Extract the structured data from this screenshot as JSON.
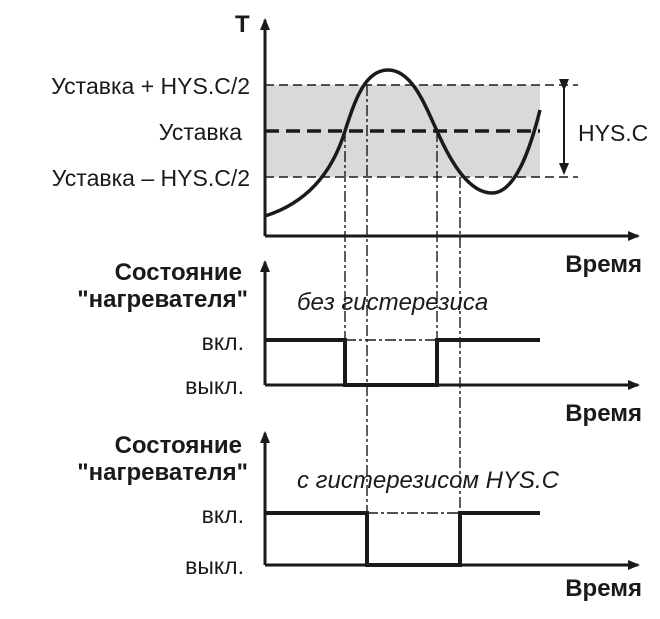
{
  "diagram": {
    "y_axis_label": "T",
    "time_label": "Время",
    "setpoint_plus": "Уставка + HYS.C/2",
    "setpoint": "Уставка",
    "setpoint_minus": "Уставка – HYS.C/2",
    "hys_label": "HYS.C",
    "state_title_line1": "Состояние",
    "state_title_line2": "\"нагревателя\"",
    "no_hys_caption": "без гистерезиса",
    "with_hys_caption": "с гистерезисом HYS.C",
    "on_label": "вкл.",
    "off_label": "выкл.",
    "colors": {
      "ink": "#1a1a1a",
      "band_fill": "#d9d9d9"
    }
  }
}
